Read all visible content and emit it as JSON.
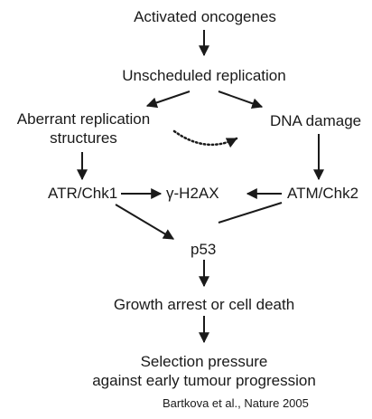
{
  "nodes": {
    "activated_oncogenes": "Activated oncogenes",
    "unscheduled_replication": "Unscheduled replication",
    "aberrant_replication_line1": "Aberrant replication",
    "aberrant_replication_line2": "structures",
    "dna_damage": "DNA damage",
    "atr_chk1": "ATR/Chk1",
    "gamma_h2ax": "γ-H2AX",
    "atm_chk2": "ATM/Chk2",
    "p53": "p53",
    "growth_arrest": "Growth arrest or cell death",
    "selection_line1": "Selection pressure",
    "selection_line2": "against early tumour progression"
  },
  "citation": "Bartkova et al., Nature 2005"
}
